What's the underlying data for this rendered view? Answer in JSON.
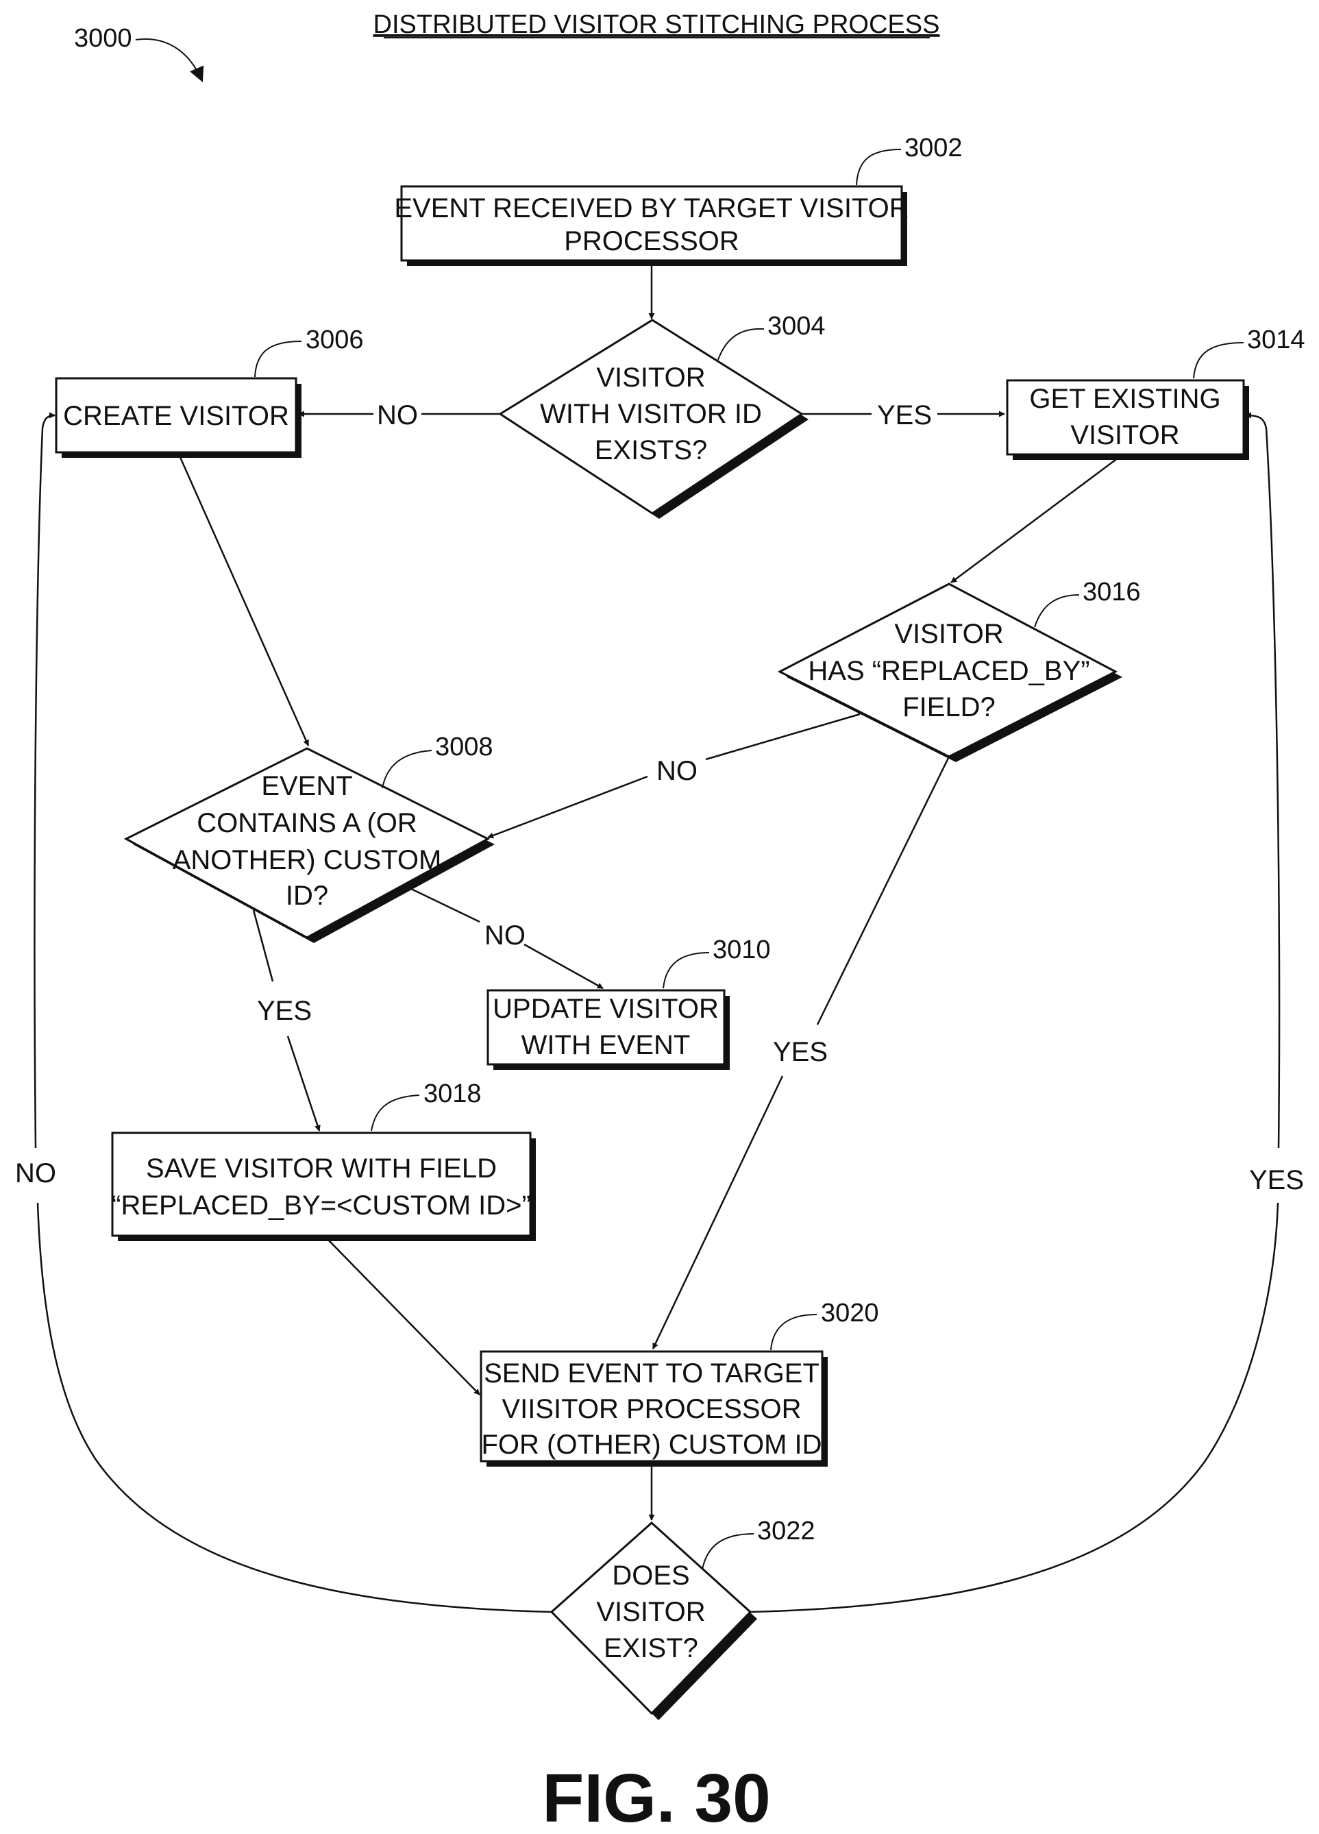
{
  "header": {
    "title": "DISTRIBUTED VISITOR STITCHING PROCESS",
    "figure_ref": "3000",
    "figure_label": "FIG. 30"
  },
  "nodes": {
    "n3002": {
      "ref": "3002",
      "lines": [
        "EVENT RECEIVED BY TARGET VISITOR",
        "PROCESSOR"
      ]
    },
    "n3004": {
      "ref": "3004",
      "lines": [
        "VISITOR",
        "WITH VISITOR ID",
        "EXISTS?"
      ]
    },
    "n3006": {
      "ref": "3006",
      "lines": [
        "CREATE VISITOR"
      ]
    },
    "n3014": {
      "ref": "3014",
      "lines": [
        "GET EXISTING",
        "VISITOR"
      ]
    },
    "n3016": {
      "ref": "3016",
      "lines": [
        "VISITOR",
        "HAS “REPLACED_BY”",
        "FIELD?"
      ]
    },
    "n3008": {
      "ref": "3008",
      "lines": [
        "EVENT",
        "CONTAINS A (OR",
        "ANOTHER) CUSTOM",
        "ID?"
      ]
    },
    "n3010": {
      "ref": "3010",
      "lines": [
        "UPDATE VISITOR",
        "WITH EVENT"
      ]
    },
    "n3018": {
      "ref": "3018",
      "lines": [
        "SAVE VISITOR WITH FIELD",
        "“REPLACED_BY=<CUSTOM ID>”"
      ]
    },
    "n3020": {
      "ref": "3020",
      "lines": [
        "SEND EVENT TO TARGET",
        "VIISITOR PROCESSOR",
        "FOR (OTHER) CUSTOM ID"
      ]
    },
    "n3022": {
      "ref": "3022",
      "lines": [
        "DOES",
        "VISITOR",
        "EXIST?"
      ]
    }
  },
  "edge_labels": {
    "e3004_no": "NO",
    "e3004_yes": "YES",
    "e3016_no": "NO",
    "e3016_yes": "YES",
    "e3008_no": "NO",
    "e3008_yes": "YES",
    "e3022_no": "NO",
    "e3022_yes": "YES"
  }
}
